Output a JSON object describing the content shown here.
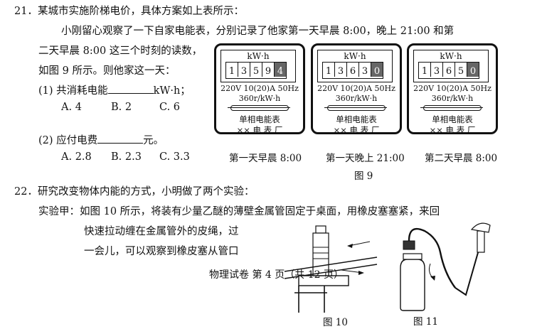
{
  "q21": {
    "line1": "21．某城市实施阶梯电价，具体方案如上表所示：",
    "line2": "小刚留心观察了一下自家电能表，分别记录了他家第一天早晨 8:00，晚上 21:00 和第",
    "line3": "二天早晨 8:00 这三个时刻的读数，",
    "line4": "如图 9 所示。则他家这一天：",
    "p1_prefix": "(1) 共消耗电能",
    "p1_suffix": "kW·h；",
    "p1_options": [
      "A. 4",
      "B. 2",
      "C. 6"
    ],
    "p2_prefix": "(2) 应付电费",
    "p2_suffix": "元。",
    "p2_options": [
      "A. 2.8",
      "B. 2.3",
      "C. 3.3"
    ]
  },
  "meters": [
    {
      "unit": "kW·h",
      "digits": [
        "1",
        "3",
        "5",
        "9",
        "4"
      ],
      "spec": "220V   10(20)A   50Hz",
      "rate": "360r/kW·h",
      "name": "单相电能表",
      "factory": "×× 电 表 厂",
      "caption": "第一天早晨 8:00"
    },
    {
      "unit": "kW·h",
      "digits": [
        "1",
        "3",
        "6",
        "3",
        "0"
      ],
      "spec": "220V   10(20)A   50Hz",
      "rate": "360r/kW·h",
      "name": "单相电能表",
      "factory": "×× 电 表 厂",
      "caption": "第一天晚上 21:00"
    },
    {
      "unit": "kW·h",
      "digits": [
        "1",
        "3",
        "6",
        "5",
        "0"
      ],
      "spec": "220V   10(20)A   50Hz",
      "rate": "360r/kW·h",
      "name": "单相电能表",
      "factory": "×× 电 表 厂",
      "caption": "第二天早晨 8:00"
    }
  ],
  "figure9_label": "图 9",
  "q22": {
    "line1": "22．研究改变物体内能的方式，小明做了两个实验：",
    "line2": "实验甲：如图 10 所示，将装有少量乙醚的薄壁金属管固定于桌面，用橡皮塞塞紧，来回",
    "line3": "快速拉动缠在金属管外的皮绳，过",
    "line4": "一会儿，可以观察到橡皮塞从管口"
  },
  "footer": "物理试卷  第 4 页（共 12 页）",
  "figure10_label": "图 10",
  "figure11_label": "图 11"
}
